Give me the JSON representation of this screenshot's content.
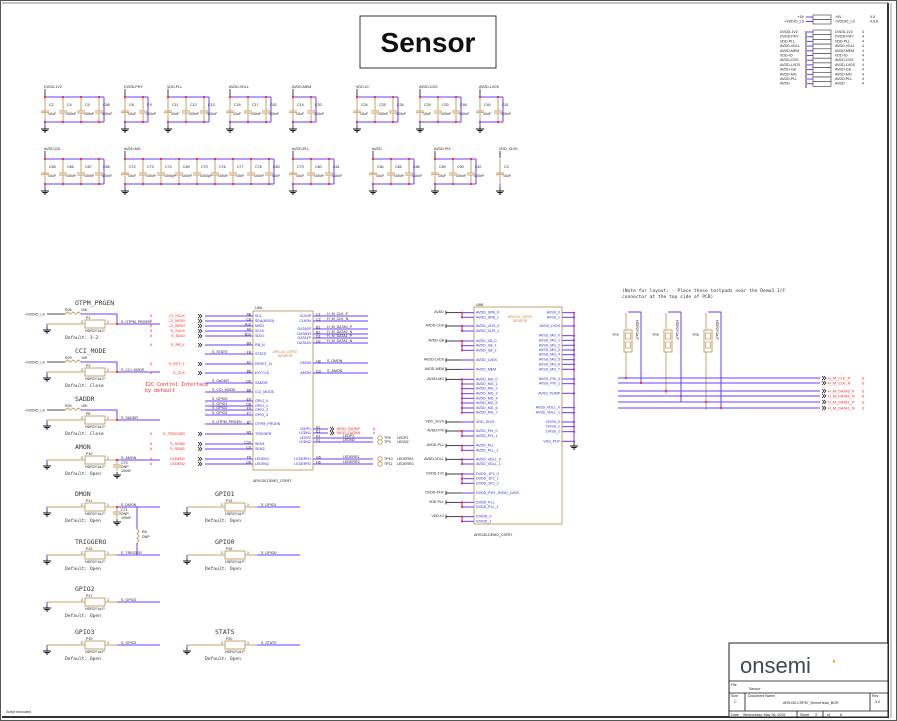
{
  "title": "Sensor",
  "colors": {
    "wire": "#6a3cff",
    "component": "#c9a26a",
    "offpage_net": "#ff2020",
    "pin_label": "#2b2bd0",
    "logo": "#3d4a52",
    "logo_accent": "#f0a020"
  },
  "power_table": {
    "top": [
      {
        "left": "+5V",
        "right": "+5V",
        "sheets": "4,5"
      },
      {
        "left": "+VDDIO_LS",
        "right": "+VDDIO_LS",
        "sheets": "4,5,6"
      }
    ],
    "rails": [
      {
        "left": "DVDD-1V2",
        "right": "DVDD-1V2",
        "sheets": "4"
      },
      {
        "left": "DVDD-PHY",
        "right": "DVDD-PHY",
        "sheets": "4"
      },
      {
        "left": "VDD-PLL",
        "right": "VDD-PLL",
        "sheets": "4"
      },
      {
        "left": "AVDD-VDLL",
        "right": "AVDD-VDLL",
        "sheets": "4"
      },
      {
        "left": "AVDD-MEM",
        "right": "AVDD-MEM",
        "sheets": "4"
      },
      {
        "left": "VDD-IO",
        "right": "VDD-IO",
        "sheets": "4"
      },
      {
        "left": "AVDD-CDS",
        "right": "AVDD-CDS",
        "sheets": "4"
      },
      {
        "left": "AVDD-LVDS",
        "right": "AVDD-LVDS",
        "sheets": "4"
      },
      {
        "left": "AVDD-G8",
        "right": "AVDD-G8",
        "sheets": "4"
      },
      {
        "left": "AVDD-MG",
        "right": "AVDD-MG",
        "sheets": "4"
      },
      {
        "left": "AVDD-PLL",
        "right": "AVDD-PLL",
        "sheets": "4"
      },
      {
        "left": "AVDD",
        "right": "AVDD",
        "sheets": "4"
      }
    ]
  },
  "decoupling": [
    {
      "net": "DVDD-1V2",
      "caps": [
        {
          "ref": "C2",
          "val": "10uF"
        },
        {
          "ref": "C4",
          "val": "100nF"
        },
        {
          "ref": "C5",
          "val": "100nF"
        },
        {
          "ref": "C68",
          "val": "100nF"
        }
      ]
    },
    {
      "net": "DVDD-PHY",
      "caps": [
        {
          "ref": "C8",
          "val": "10uF"
        },
        {
          "ref": "C9",
          "val": "100nF"
        }
      ]
    },
    {
      "net": "VDD-PLL",
      "caps": [
        {
          "ref": "C11",
          "val": "10uF"
        },
        {
          "ref": "C12",
          "val": "100nF"
        },
        {
          "ref": "C13",
          "val": "100nF"
        }
      ]
    },
    {
      "net": "AVDD-VDLL",
      "caps": [
        {
          "ref": "C16",
          "val": "10uF"
        },
        {
          "ref": "C17",
          "val": "100nF"
        },
        {
          "ref": "C62",
          "val": "100nF"
        }
      ]
    },
    {
      "net": "AVDD-MEM",
      "caps": [
        {
          "ref": "C19",
          "val": "10uF"
        },
        {
          "ref": "C20",
          "val": "100nF"
        }
      ]
    },
    {
      "net": "VDD-IO",
      "caps": [
        {
          "ref": "C24",
          "val": "10uF"
        },
        {
          "ref": "C25",
          "val": "100nF"
        },
        {
          "ref": "C26",
          "val": "100nF"
        }
      ]
    },
    {
      "net": "AVDD-CDS",
      "caps": [
        {
          "ref": "C29",
          "val": "10uF"
        },
        {
          "ref": "C30",
          "val": "100nF"
        },
        {
          "ref": "C48",
          "val": "100nF"
        }
      ]
    },
    {
      "net": "AVDD-LVDS",
      "caps": [
        {
          "ref": "C40",
          "val": "10uF"
        },
        {
          "ref": "C41",
          "val": "100nF"
        }
      ]
    },
    {
      "net": "AVDD-G8",
      "caps": [
        {
          "ref": "C65",
          "val": "10uF"
        },
        {
          "ref": "C66",
          "val": "100nF"
        },
        {
          "ref": "C67",
          "val": "100nF"
        },
        {
          "ref": "C68",
          "val": "100nF"
        }
      ]
    },
    {
      "net": "AVDD-MG",
      "caps": [
        {
          "ref": "C72",
          "val": "10uF"
        },
        {
          "ref": "C73",
          "val": "100nF"
        },
        {
          "ref": "C74",
          "val": "1000pF"
        },
        {
          "ref": "C69",
          "val": "100nF"
        },
        {
          "ref": "C75",
          "val": "1000pF"
        },
        {
          "ref": "C76",
          "val": "100nF"
        },
        {
          "ref": "C77",
          "val": "10nF"
        },
        {
          "ref": "C78",
          "val": "100nF"
        },
        {
          "ref": "C83",
          "val": "10nF"
        }
      ]
    },
    {
      "net": "AVDD-PLL",
      "caps": [
        {
          "ref": "C79",
          "val": "10uF"
        },
        {
          "ref": "C80",
          "val": "100nF"
        },
        {
          "ref": "C81",
          "val": "100nF"
        }
      ]
    },
    {
      "net": "AVDD",
      "caps": [
        {
          "ref": "C84",
          "val": "10uF"
        },
        {
          "ref": "C85",
          "val": "100nF"
        },
        {
          "ref": "C86",
          "val": "100nF"
        }
      ]
    },
    {
      "net": "AVDD-PIX",
      "caps": [
        {
          "ref": "C89",
          "val": "10uF"
        },
        {
          "ref": "C90",
          "val": "100nF"
        },
        {
          "ref": "C87",
          "val": "100nF"
        }
      ]
    },
    {
      "net": "VDD_SLVS",
      "caps": [
        {
          "ref": "C3",
          "val": "10uF"
        }
      ]
    }
  ],
  "jumpers": [
    {
      "title": "OTPM_PRGEN",
      "ref": "P1",
      "net": "S_OTPM_PRGEN",
      "part": "HDR2Y1d-P",
      "default": "Default: 1-2",
      "pullup": "+VDDIO_LS",
      "res": "R26",
      "res_val": "10K"
    },
    {
      "title": "CCI_MODE",
      "ref": "P3",
      "net": "S_CCI_MODE",
      "part": "HDR2Y1d-P",
      "default": "Default: Close",
      "pullup": "+VDDIO_LS",
      "res": "R29",
      "res_val": "10K"
    },
    {
      "title": "SADDR",
      "ref": "P6",
      "net": "S_SADDR",
      "part": "HDR2Y1d-P",
      "default": "Default: Close",
      "pullup": "+VDDIO_LS",
      "res": "R30",
      "res_val": "10K"
    },
    {
      "title": "AMON",
      "ref": "P10",
      "net": "S_AMON",
      "part": "HDR2Y1d-P",
      "default": "Default: Open",
      "cap": "C70",
      "cap_val": "DNP",
      "cap_val2": "100nF"
    },
    {
      "title": "DMON",
      "ref": "P11",
      "net": "S_DMON",
      "part": "HDR2Y1d-P",
      "default": "Default: Open",
      "cap": "C71",
      "cap_val": "DNP",
      "cap_val2": "100nF"
    },
    {
      "title": "TRIGGERO",
      "ref": "P12",
      "net": "S_TRIGGER",
      "part": "HDR2Y1d-P",
      "default": "Default: Open"
    },
    {
      "title": "GPIO2",
      "ref": "P17",
      "net": "S_GPIO2",
      "part": "HDR2Y1d-P",
      "default": "Default: Open"
    },
    {
      "title": "GPIO3",
      "ref": "P19",
      "net": "S_GPIO3",
      "part": "HDR2Y1d-P",
      "default": "Default: Open"
    },
    {
      "title": "GPIO1",
      "ref": "P13",
      "net": "S_GPIO1",
      "part": "HDR2Y1d-P",
      "default": "Default: Open"
    },
    {
      "title": "GPIO0",
      "ref": "P16",
      "net": "S_GPIO0",
      "part": "HDR2Y1d-P",
      "default": "Default: Open"
    },
    {
      "title": "STATS",
      "ref": "P20",
      "net": "S_STATS",
      "part": "HDR2Y1d-P",
      "default": "Default: Open"
    }
  ],
  "dmon_trigger_res": {
    "ref": "R8",
    "val": "DNP"
  },
  "i2c_note": [
    "I2C Control Interface",
    "by default"
  ],
  "u8a": {
    "ref": "U8A",
    "part": "AR0130-DEMO_CSP87",
    "center": [
      "AP0130_CSP87",
      "SENSOR"
    ],
    "left_pins": [
      {
        "name": "SCL",
        "pin": "A8",
        "net": "CI_SCLK",
        "offpage": "6"
      },
      {
        "name": "SDA(MOSI)",
        "pin": "C8",
        "net": "CI_MOSI",
        "offpage": "6"
      },
      {
        "name": "MISO",
        "pin": "A10",
        "net": "CI_MISO",
        "offpage": "6"
      },
      {
        "name": "SCLK",
        "pin": "A9",
        "net": "S_SCLK",
        "offpage": "6"
      },
      {
        "name": "SDIO",
        "pin": "B10",
        "net": "S_SDIO",
        "offpage": "6"
      },
      {
        "name": "RB_N",
        "pin": "B9",
        "net": "S_RB_L",
        "offpage": "6"
      },
      {
        "name": "STATS",
        "pin": "F8",
        "net": "S_STATS"
      },
      {
        "name": "RESET_N",
        "pin": "A7",
        "net": "S_RST_L",
        "offpage": "6"
      },
      {
        "name": "EXTCLK",
        "pin": "B6",
        "net": "S_CLK",
        "offpage": "6"
      },
      {
        "name": "SADDR",
        "pin": "D9",
        "net": "S_SADDR"
      },
      {
        "name": "CCI_MODE",
        "pin": "B8",
        "net": "S_CCI_MODE"
      },
      {
        "name": "GPIO_0",
        "pin": "E9",
        "net": "S_GPIO0"
      },
      {
        "name": "GPIO_1",
        "pin": "D8",
        "net": "S_GPIO1"
      },
      {
        "name": "GPIO_2",
        "pin": "F9",
        "net": "S_GPIO2"
      },
      {
        "name": "GPIO_3",
        "pin": "F7",
        "net": "S_GPIO3"
      },
      {
        "name": "OTPM_PRGEN",
        "pin": "B7",
        "net": "S_OTPM_PRGEN"
      },
      {
        "name": "TRIGGER",
        "pin": "A5",
        "net": "S_TRIGGER",
        "offpage": "6"
      },
      {
        "name": "SEM1",
        "pin": "C10",
        "net": "S_SEM0",
        "offpage": "6"
      },
      {
        "name": "SEM2",
        "pin": "C9",
        "net": "S_SEM1",
        "offpage": "6"
      },
      {
        "name": "LEDEN1",
        "pin": "F6",
        "net": "LEDEN1",
        "offpage": "6"
      },
      {
        "name": "LEDEN2",
        "pin": "D6",
        "net": "LEDEN2",
        "offpage": "6"
      }
    ],
    "right_pins": [
      {
        "name": "CLK0P",
        "pin": "C1",
        "net": "H_M_CLK_P"
      },
      {
        "name": "CLK0N",
        "pin": "C2",
        "net": "H_M_CLK_N"
      },
      {
        "name": "DATA0P",
        "pin": "B1",
        "net": "H_M_DATA0_P"
      },
      {
        "name": "DATA0N",
        "pin": "B2",
        "net": "H_M_DATA0_N"
      },
      {
        "name": "DATA1P",
        "pin": "D1",
        "net": "H_M_DATA1_P"
      },
      {
        "name": "DATA1N",
        "pin": "D2",
        "net": "H_M_DATA1_N"
      },
      {
        "name": "DMON",
        "pin": "H8",
        "net": "S_DMON"
      },
      {
        "name": "AMON",
        "pin": "G3",
        "net": "S_AMON"
      },
      {
        "name": "LEDP1",
        "pin": "E2",
        "net": "MOD_DATAP",
        "offpage": "6"
      },
      {
        "name": "LEDN1",
        "pin": "E1",
        "net": "MOD_DATAN",
        "offpage": "6"
      },
      {
        "name": "LEDP2",
        "pin": "F2",
        "net": "LEDP2",
        "tp": "TP8",
        "tplabel": "LEDP2"
      },
      {
        "name": "LEDN2",
        "pin": "F1",
        "net": "LEDN2",
        "tp": "TP9",
        "tplabel": "LEDN2"
      },
      {
        "name": "LEDERR1",
        "pin": "G5",
        "net": "LEDERR1",
        "tp": "TP10",
        "tplabel": "LEDERR1"
      },
      {
        "name": "LEDERR2",
        "pin": "H5",
        "net": "LEDERR2",
        "tp": "TP11",
        "tplabel": "LEDERR2"
      }
    ]
  },
  "u8b": {
    "ref": "U8B",
    "part": "AR0130-DEMO_CSP87",
    "center": [
      "AP0130_CSP87",
      "SENSOR"
    ],
    "left_pins": [
      "AVDD_SPB_0",
      "AVDD_SPB_1",
      "AVDD_CDS_0",
      "AVDD_CDS_1",
      "AVDD_G8_0",
      "AVDD_G8_1",
      "AVDD_G8_2",
      "AVDD_LVDS",
      "AVDD_MEM",
      "AVDD_MG_0",
      "AVDD_MG_1",
      "AVDD_MG_2",
      "AVDD_MG_3",
      "AVDD_MG_4",
      "AVDD_MG_5",
      "AVDD_MG_6",
      "AVDD_MG_7",
      "VDD_SLVS",
      "AVDD_PIX_0",
      "AVDD_PIX_1",
      "AVDD_PLL",
      "AVDD_PLL_1",
      "AVDD_VDLL_0",
      "AVDD_VDLL_1",
      "DVDD_1P2_0",
      "DVDD_1P2_1",
      "DVDD_1P2_2",
      "DVDD_PHY_DVDD_LVDS",
      "DVDD_PLL",
      "DVDD_PLL_1",
      "IOVDD_0",
      "IOVDD_1"
    ],
    "left_nets": [
      {
        "net": "AVDD",
        "row": 0
      },
      {
        "net": "AVDD-CDS",
        "row": 2
      },
      {
        "net": "AVDD-G8",
        "row": 4
      },
      {
        "net": "AVDD-LVDS",
        "row": 7
      },
      {
        "net": "AVDD-MEM",
        "row": 8
      },
      {
        "net": "AVDD-MG",
        "row": 9
      },
      {
        "net": "VDD_SLVS",
        "row": 17
      },
      {
        "net": "AVDD-PIX",
        "row": 18
      },
      {
        "net": "AVDD-PLL",
        "row": 20
      },
      {
        "net": "AVDD-VDLL",
        "row": 22
      },
      {
        "net": "DVDD-1V2",
        "row": 24
      },
      {
        "net": "DVDD-PHY",
        "row": 27
      },
      {
        "net": "VDD-PLL",
        "row": 28
      },
      {
        "net": "VDD-IO",
        "row": 30
      }
    ],
    "right_pins": [
      "AVSS_0",
      "AVSS_1",
      "AVSS_LVDS",
      "AVSS_MG_0",
      "AVSS_MG_1",
      "AVSS_MG_2",
      "AVSS_MG_3",
      "AVSS_MG_4",
      "AVSS_MG_5",
      "AVSS_MG_6",
      "AVSS_MG_7",
      "AVSS_PIX_0",
      "AVSS_PIX_1",
      "AVSS_PUMP",
      "AVSS_VDLL_0",
      "AVSS_VDLL_1",
      "DVSS_0",
      "DVSS_1",
      "DVSS_2",
      "VSS_PHY"
    ]
  },
  "testpads": {
    "note": [
      "(Note for layout: - Place these testpads near the Demo3 I/F",
      "connector at the top side of PCB)"
    ],
    "pads": [
      {
        "ref": "TP4",
        "part": "HDR2Y1d-P"
      },
      {
        "ref": "TP5",
        "part": "HDR2Y1d-P"
      },
      {
        "ref": "TP6",
        "part": "HDR2Y1d-P"
      }
    ],
    "nets": [
      {
        "net": "H_M_CLK_P",
        "sheet": "6"
      },
      {
        "net": "H_M_CLK_N",
        "sheet": "6"
      },
      {
        "net": "H_M_DATA0_P",
        "sheet": "6"
      },
      {
        "net": "H_M_DATA0_N",
        "sheet": "6"
      },
      {
        "net": "H_M_DATA1_P",
        "sheet": "6"
      },
      {
        "net": "H_M_DATA1_N",
        "sheet": "6"
      }
    ]
  },
  "title_block": {
    "logo": "onsemi",
    "file_label": "File",
    "file": "Sensor",
    "size_label": "Size",
    "size": "C",
    "docname_label": "Document Name",
    "docname": "AR0130-CSP87_DemoHead_BGR",
    "rev_label": "Rev",
    "rev": "3.0",
    "date_label": "Date:",
    "date": "Wednesday, May 28, 2025",
    "sheet_label": "Sheet",
    "sheet": "3",
    "of_label": "of",
    "sheets": "8"
  },
  "footer_note": "Script executed"
}
